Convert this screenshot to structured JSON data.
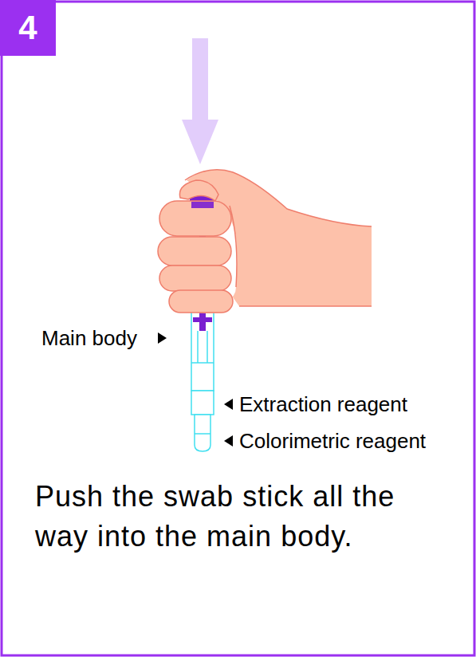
{
  "diagram": {
    "caption": "Push the swab stick all the way into the main body.",
    "nodes": [
      {
        "text": [
          "4"
        ]
      }
    ],
    "labels": [
      "Main body",
      "Extraction reagent",
      "Colorimetric reagent"
    ]
  }
}
